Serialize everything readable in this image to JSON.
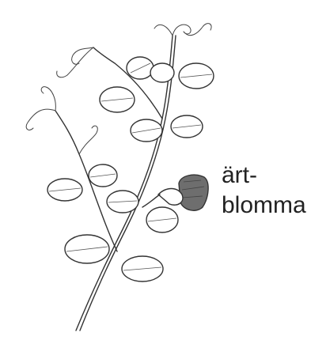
{
  "figure": {
    "subject": "pea-plant-line-drawing",
    "label_lines": [
      "ärt-",
      "blomma"
    ],
    "colors": {
      "ink": "#333333",
      "flower_fill": "#6e6e6e",
      "background": "#ffffff"
    }
  }
}
